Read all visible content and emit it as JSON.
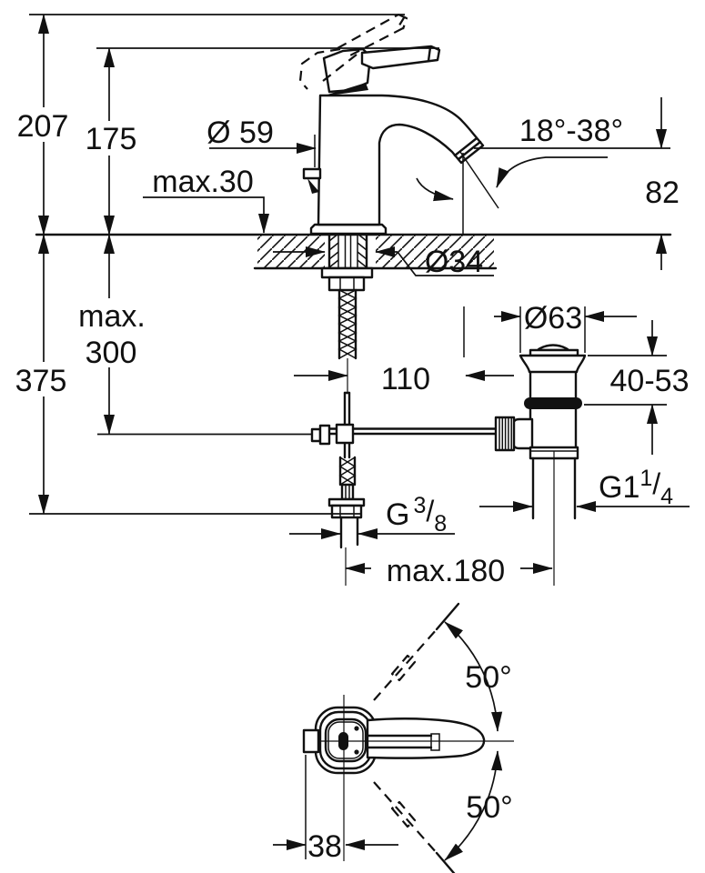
{
  "colors": {
    "background": "#ffffff",
    "line": "#111111"
  },
  "side_view": {
    "dim_total_height": "207",
    "dim_height_to_lever": "175",
    "dim_body_diameter": "Ø 59",
    "dim_max_deck_thickness": "max.30",
    "dim_spray_angle_range": "18°-38°",
    "dim_spout_outlet_height": "82",
    "dim_mounting_hole": "Ø34",
    "dim_max_depth_prefix": "max.",
    "dim_max_depth_value": "300",
    "dim_overall_depth": "375",
    "dim_spout_projection": "110",
    "dim_waste_flange": "Ø63",
    "dim_basin_clamp_range": "40-53",
    "dim_center_to_waste": "max.180",
    "thread_waste": {
      "base": "G1",
      "numerator": "1",
      "slash": "/",
      "denominator": "4"
    },
    "thread_supply": {
      "base": "G",
      "numerator": "3",
      "slash": "/",
      "denominator": "8"
    }
  },
  "plan_view": {
    "dim_swivel_upper": "50°",
    "dim_swivel_lower": "50°",
    "dim_rod_offset": "38"
  }
}
